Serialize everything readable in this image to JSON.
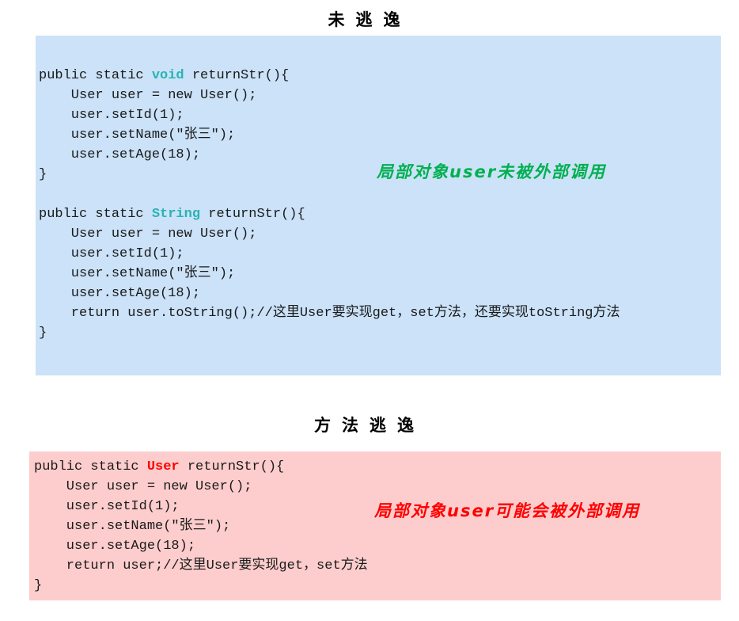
{
  "colors": {
    "blue_bg": "#cbe2f8",
    "pink_bg": "#fdcdcd",
    "teal_kw": "#2ab3b4",
    "red_kw": "#ff0000",
    "green_note": "#00b050",
    "red_note": "#ff0000"
  },
  "section_unescaped": {
    "title": "未逃逸",
    "annotation": "局部对象user未被外部调用",
    "method_void": {
      "signature_pre": "public static ",
      "signature_keyword": "void",
      "signature_post": " returnStr(){",
      "body_lines": [
        "    User user = new User();",
        "    user.setId(1);",
        "    user.setName(″张三″);",
        "    user.setAge(18);"
      ],
      "closing_brace": "}"
    },
    "method_string": {
      "signature_pre": "public static ",
      "signature_keyword": "String",
      "signature_post": " returnStr(){",
      "body_lines": [
        "    User user = new User();",
        "    user.setId(1);",
        "    user.setName(″张三″);",
        "    user.setAge(18);",
        "    return user.toString();//这里User要实现get，set方法，还要实现toString方法"
      ],
      "closing_brace": "}"
    }
  },
  "section_method_escape": {
    "title": "方法逃逸",
    "annotation": "局部对象user可能会被外部调用",
    "method_user": {
      "signature_pre": "public static ",
      "signature_keyword": "User",
      "signature_post": " returnStr(){",
      "body_lines": [
        "    User user = new User();",
        "    user.setId(1);",
        "    user.setName(″张三″);",
        "    user.setAge(18);",
        "    return user;//这里User要实现get，set方法"
      ],
      "closing_brace": "}"
    }
  }
}
